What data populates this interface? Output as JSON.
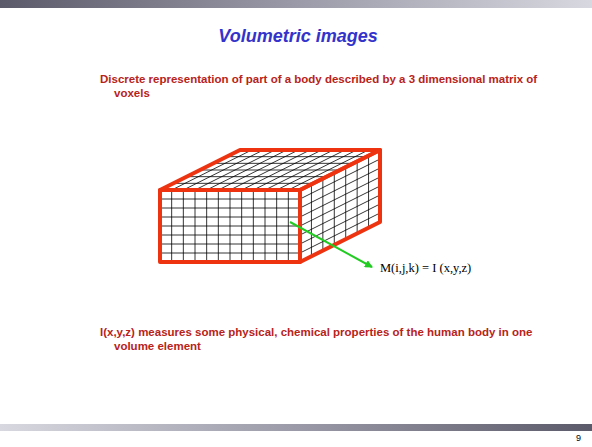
{
  "diagram": {
    "title": "Volumetric images",
    "labels": [
      "Discrete representation of part of a body described by a 3 dimensional matrix of voxels",
      "M(i,j,k) = I (x,y,z)",
      "I(x,y,z) measures some physical, chemical properties of the human body in one volume element",
      "9"
    ]
  }
}
